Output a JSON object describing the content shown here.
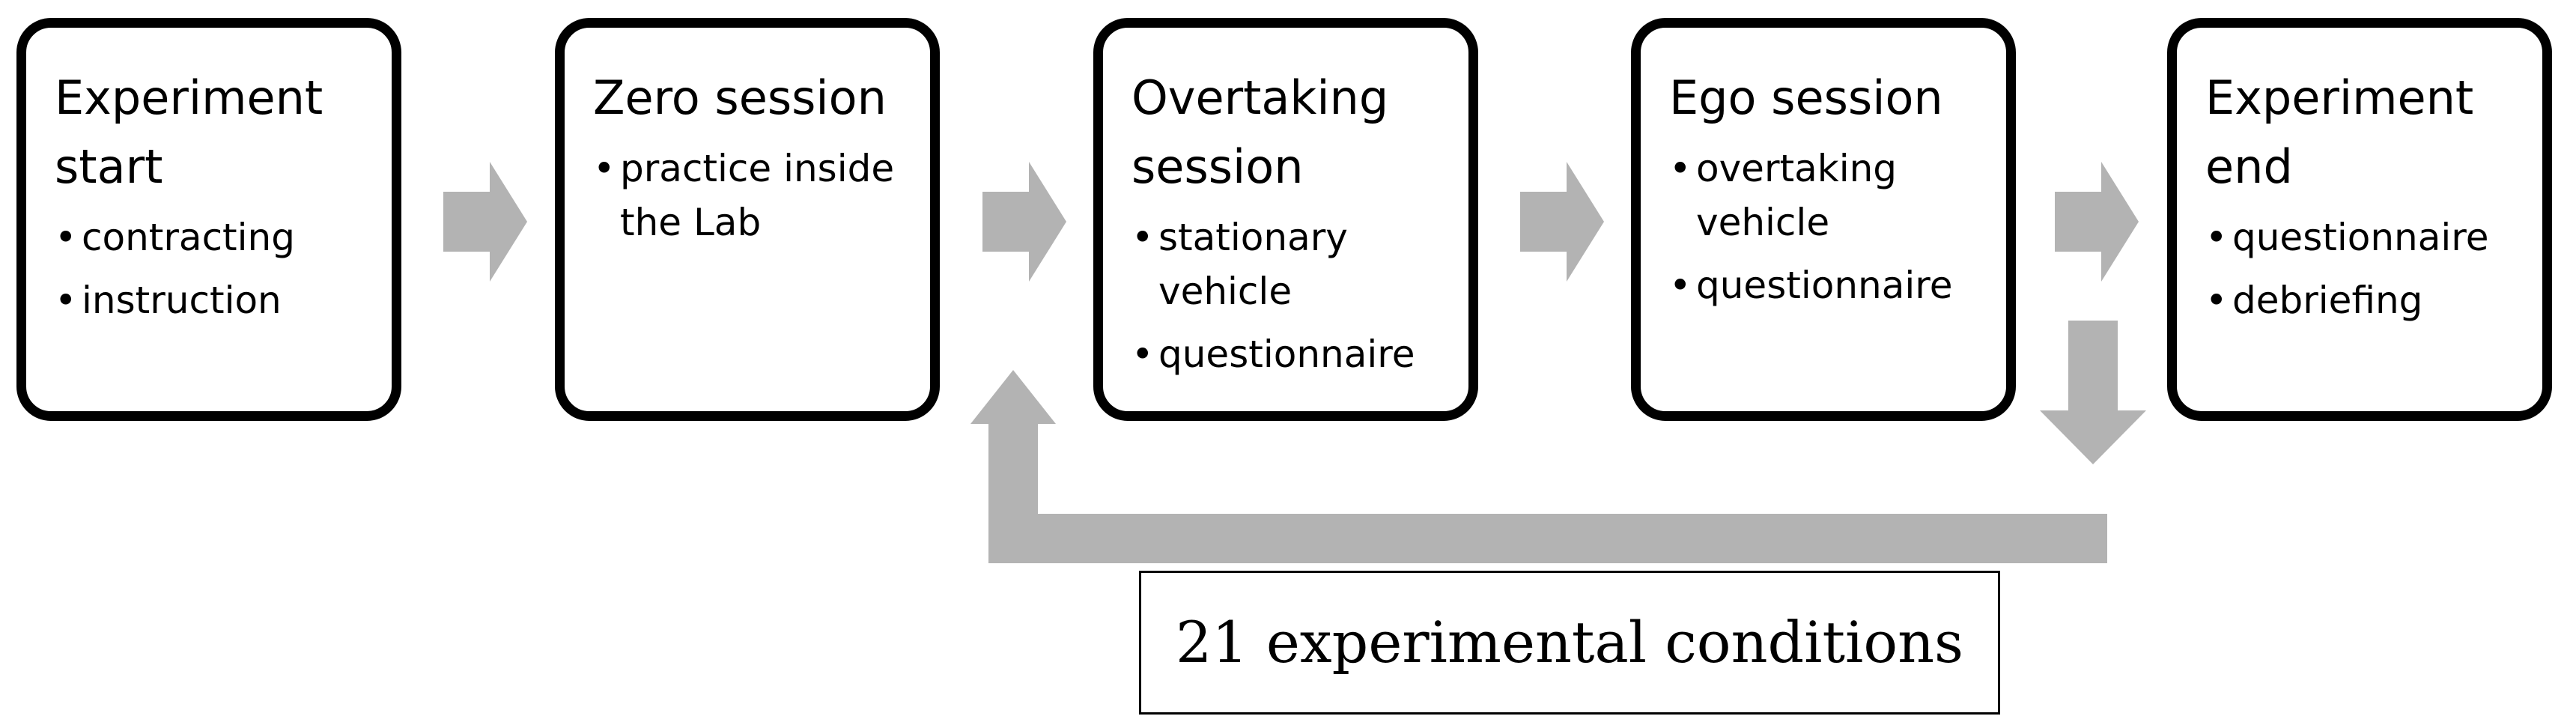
{
  "colors": {
    "box_border": "#000000",
    "arrow_fill": "#B3B3B3",
    "background": "#FFFFFF"
  },
  "stages": [
    {
      "title": "Experiment start",
      "items": [
        "contracting",
        "instruction"
      ]
    },
    {
      "title": "Zero session",
      "items": [
        "practice inside the Lab"
      ]
    },
    {
      "title": "Overtaking session",
      "items": [
        "stationary vehicle",
        "questionnaire"
      ]
    },
    {
      "title": "Ego session",
      "items": [
        "overtaking vehicle",
        "questionnaire"
      ]
    },
    {
      "title": "Experiment end",
      "items": [
        "questionnaire",
        "debriefing"
      ]
    }
  ],
  "bullet_symbol": "•",
  "loop": {
    "caption": "21 experimental conditions"
  }
}
